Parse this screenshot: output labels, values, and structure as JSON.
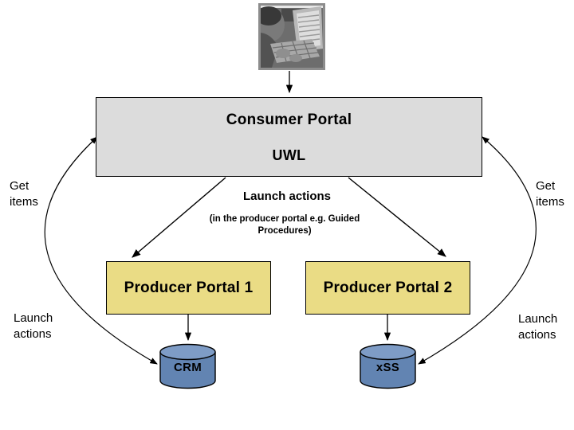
{
  "diagram": {
    "photo": {
      "name": "user-at-computer-photo",
      "frame_color": "#8C8C8C"
    },
    "consumer_portal": {
      "title": "Consumer Portal",
      "subtitle": "UWL",
      "fill": "#DCDCDC",
      "border": "#000000"
    },
    "center_labels": {
      "launch_actions": "Launch actions",
      "note_line1": "(in the producer portal e.g. Guided",
      "note_line2": "Procedures)"
    },
    "side_labels": {
      "left_get": {
        "line1": "Get",
        "line2": "items"
      },
      "right_get": {
        "line1": "Get",
        "line2": "items"
      },
      "left_launch": {
        "line1": "Launch",
        "line2": "actions"
      },
      "right_launch": {
        "line1": "Launch",
        "line2": "actions"
      }
    },
    "producer_portals": [
      {
        "label": "Producer Portal 1",
        "fill": "#EADC85",
        "border": "#000000"
      },
      {
        "label": "Producer Portal 2",
        "fill": "#EADC85",
        "border": "#000000"
      }
    ],
    "databases": [
      {
        "label": "CRM",
        "body_fill": "#6284B2",
        "top_fill": "#7E9CC6",
        "border": "#000000"
      },
      {
        "label": "xSS",
        "body_fill": "#6284B2",
        "top_fill": "#7E9CC6",
        "border": "#000000"
      }
    ]
  }
}
